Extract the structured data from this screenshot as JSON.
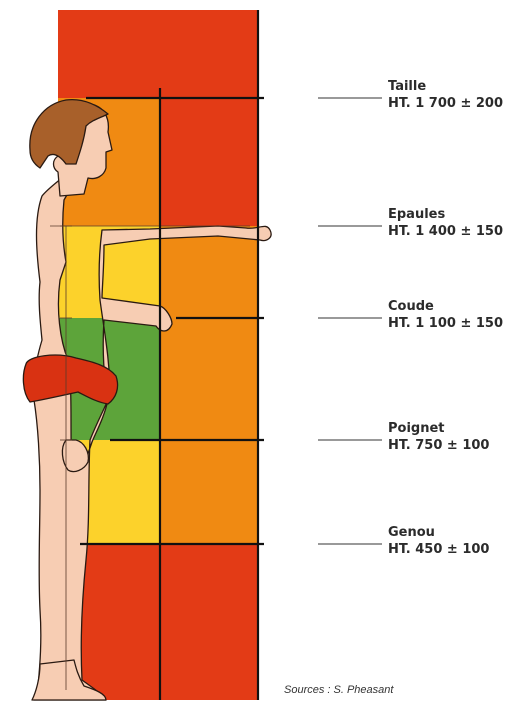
{
  "labels": [
    {
      "name": "Taille",
      "value": "HT. 1 700 ± 200"
    },
    {
      "name": "Epaules",
      "value": "HT. 1 400 ± 150"
    },
    {
      "name": "Coude",
      "value": "HT. 1 100 ± 150"
    },
    {
      "name": "Poignet",
      "value": "HT. 750 ± 100"
    },
    {
      "name": "Genou",
      "value": "HT. 450 ± 100"
    }
  ],
  "source": "Sources : S. Pheasant",
  "colors": {
    "red": "#e33b16",
    "orange": "#f08a12",
    "yellow": "#fcd22b",
    "green": "#5da43a",
    "skin": "#f7cdb3",
    "hair": "#a8602a",
    "shorts": "#d93212"
  }
}
